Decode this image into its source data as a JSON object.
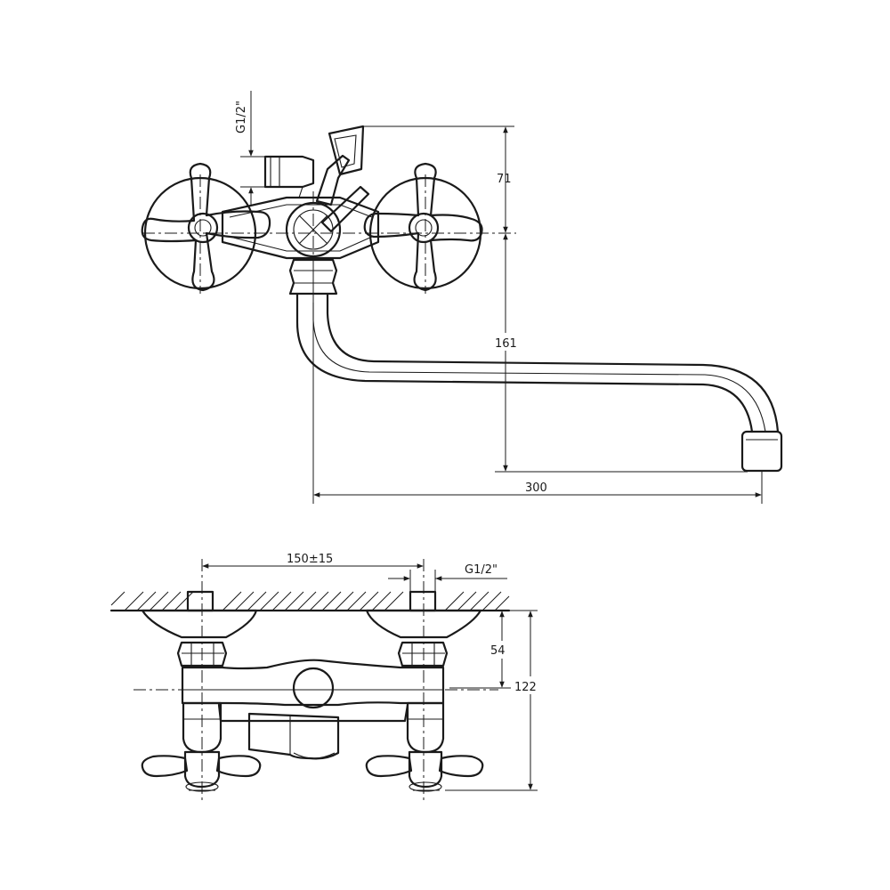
{
  "front_view": {
    "label_thread_vertical": "G1/2\"",
    "label_height_71": "71",
    "label_height_161": "161",
    "label_length_300": "300"
  },
  "top_view": {
    "label_spacing": "150±15",
    "label_thread": "G1/2\"",
    "label_depth_54": "54",
    "label_depth_122": "122"
  },
  "colors": {
    "line": "#1a1a1a",
    "background": "#ffffff"
  }
}
